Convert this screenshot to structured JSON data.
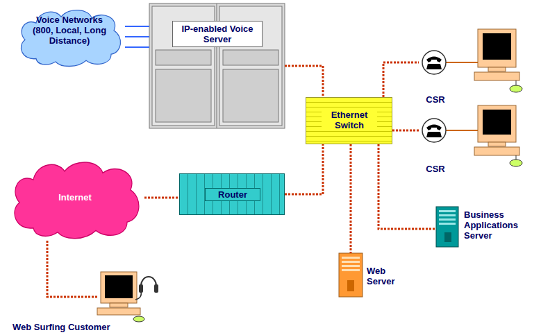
{
  "diagram": {
    "nodes": [
      {
        "text": [
          "Voice Networks (800, Local, Long Distance)"
        ]
      },
      {
        "text": [
          "IP-enabled Voice Server"
        ]
      },
      {
        "text": [
          "Ethernet Switch"
        ]
      },
      {
        "text": [
          "CSR"
        ]
      },
      {
        "text": [
          "CSR"
        ]
      },
      {
        "text": [
          "Internet"
        ]
      },
      {
        "text": [
          "Router"
        ]
      },
      {
        "text": [
          "Business Applications Server"
        ]
      },
      {
        "text": [
          "Web Server"
        ]
      },
      {
        "text": [
          "Web Surfing Customer"
        ]
      }
    ],
    "edges": [
      {
        "from": 0,
        "to": 1,
        "arrow": "none"
      },
      {
        "from": 1,
        "to": 2,
        "arrow": "none"
      },
      {
        "from": 2,
        "to": 3,
        "arrow": "none"
      },
      {
        "from": 2,
        "to": 4,
        "arrow": "none"
      },
      {
        "from": 5,
        "to": 6,
        "arrow": "none"
      },
      {
        "from": 6,
        "to": 2,
        "arrow": "none"
      },
      {
        "from": 2,
        "to": 7,
        "arrow": "none"
      },
      {
        "from": 2,
        "to": 8,
        "arrow": "none"
      },
      {
        "from": 5,
        "to": 9,
        "arrow": "none"
      }
    ]
  }
}
